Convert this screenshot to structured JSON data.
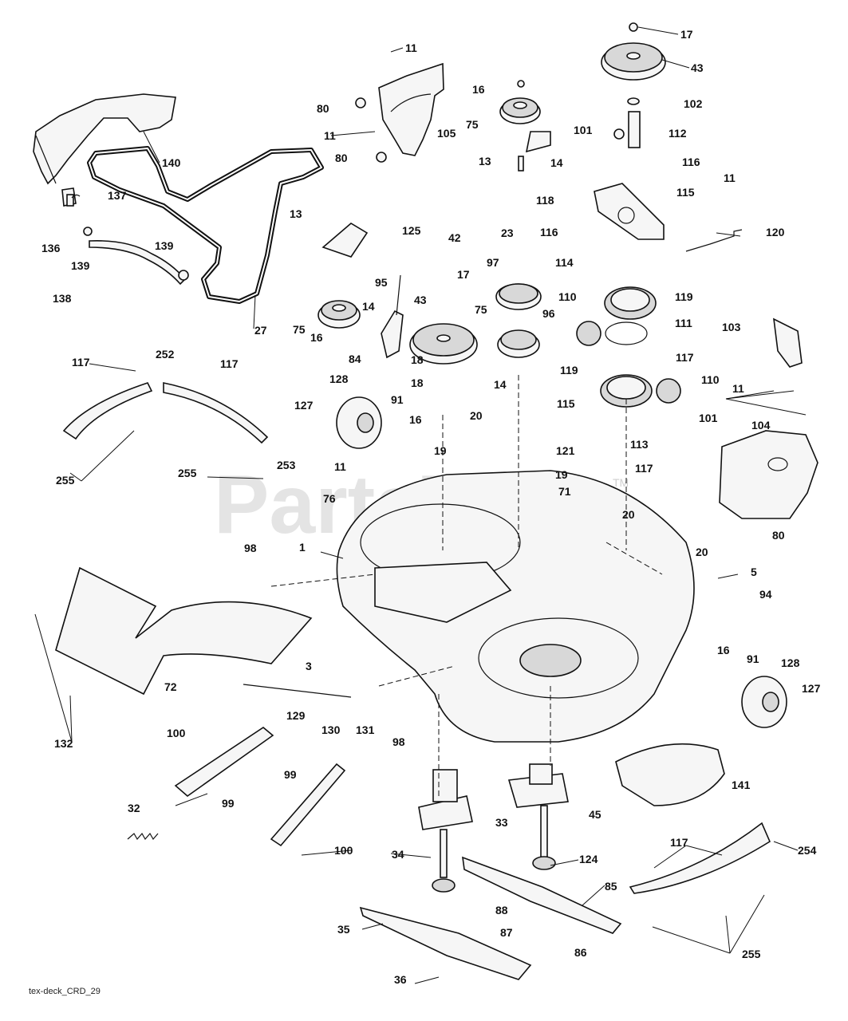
{
  "diagram": {
    "watermark": "PartsTree",
    "watermark_tm": "TM",
    "footer": "tex-deck_CRD_29"
  },
  "callouts": [
    "11",
    "17",
    "43",
    "80",
    "105",
    "16",
    "75",
    "102",
    "101",
    "112",
    "11",
    "140",
    "80",
    "14",
    "116",
    "13",
    "11",
    "137",
    "115",
    "118",
    "13",
    "125",
    "42",
    "116",
    "120",
    "136",
    "139",
    "23",
    "139",
    "97",
    "114",
    "95",
    "17",
    "119",
    "138",
    "14",
    "43",
    "110",
    "75",
    "96",
    "111",
    "103",
    "27",
    "75",
    "16",
    "84",
    "117",
    "252",
    "117",
    "119",
    "110",
    "117",
    "128",
    "18",
    "14",
    "18",
    "11",
    "91",
    "115",
    "127",
    "16",
    "20",
    "101",
    "104",
    "255",
    "253",
    "255",
    "19",
    "121",
    "19",
    "117",
    "11",
    "113",
    "71",
    "76",
    "20",
    "80",
    "1",
    "98",
    "20",
    "5",
    "94",
    "3",
    "16",
    "91",
    "128",
    "72",
    "129",
    "130",
    "131",
    "127",
    "132",
    "98",
    "100",
    "141",
    "99",
    "99",
    "32",
    "33",
    "45",
    "100",
    "34",
    "124",
    "254",
    "117",
    "85",
    "88",
    "87",
    "35",
    "86",
    "255",
    "36"
  ]
}
